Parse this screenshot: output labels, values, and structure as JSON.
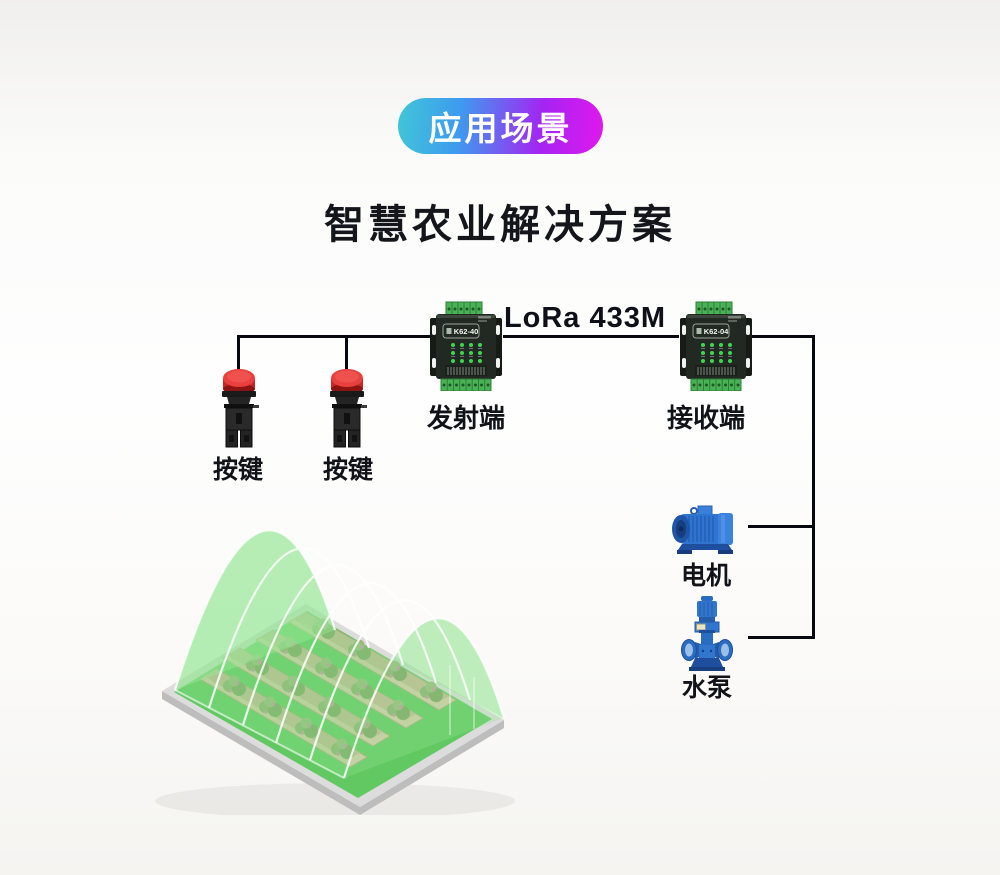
{
  "badge": {
    "label": "应用场景",
    "gradient_left": "#40c6d8",
    "gradient_mid": "#3e9bef",
    "gradient_right": "#e118ee",
    "text_color": "#ffffff"
  },
  "title": {
    "text": "智慧农业解决方案",
    "color": "#15151c"
  },
  "diagram": {
    "link_label": "LoRa 433M",
    "line_color": "#07070f",
    "transmitter": {
      "model": "K62-40",
      "label": "发射端"
    },
    "receiver": {
      "model": "K62-04",
      "label": "接收端"
    },
    "buttons": [
      {
        "label": "按键"
      },
      {
        "label": "按键"
      }
    ],
    "motor": {
      "label": "电机"
    },
    "pump": {
      "label": "水泵"
    },
    "colors": {
      "terminal_green": "#4bb157",
      "led_green": "#40d551",
      "device_body": "#222922",
      "button_red": "#e8403c",
      "machine_blue": "#2f74d0",
      "greenhouse_film": "#8ee08a",
      "planter_tan": "#d7c9a9"
    }
  }
}
